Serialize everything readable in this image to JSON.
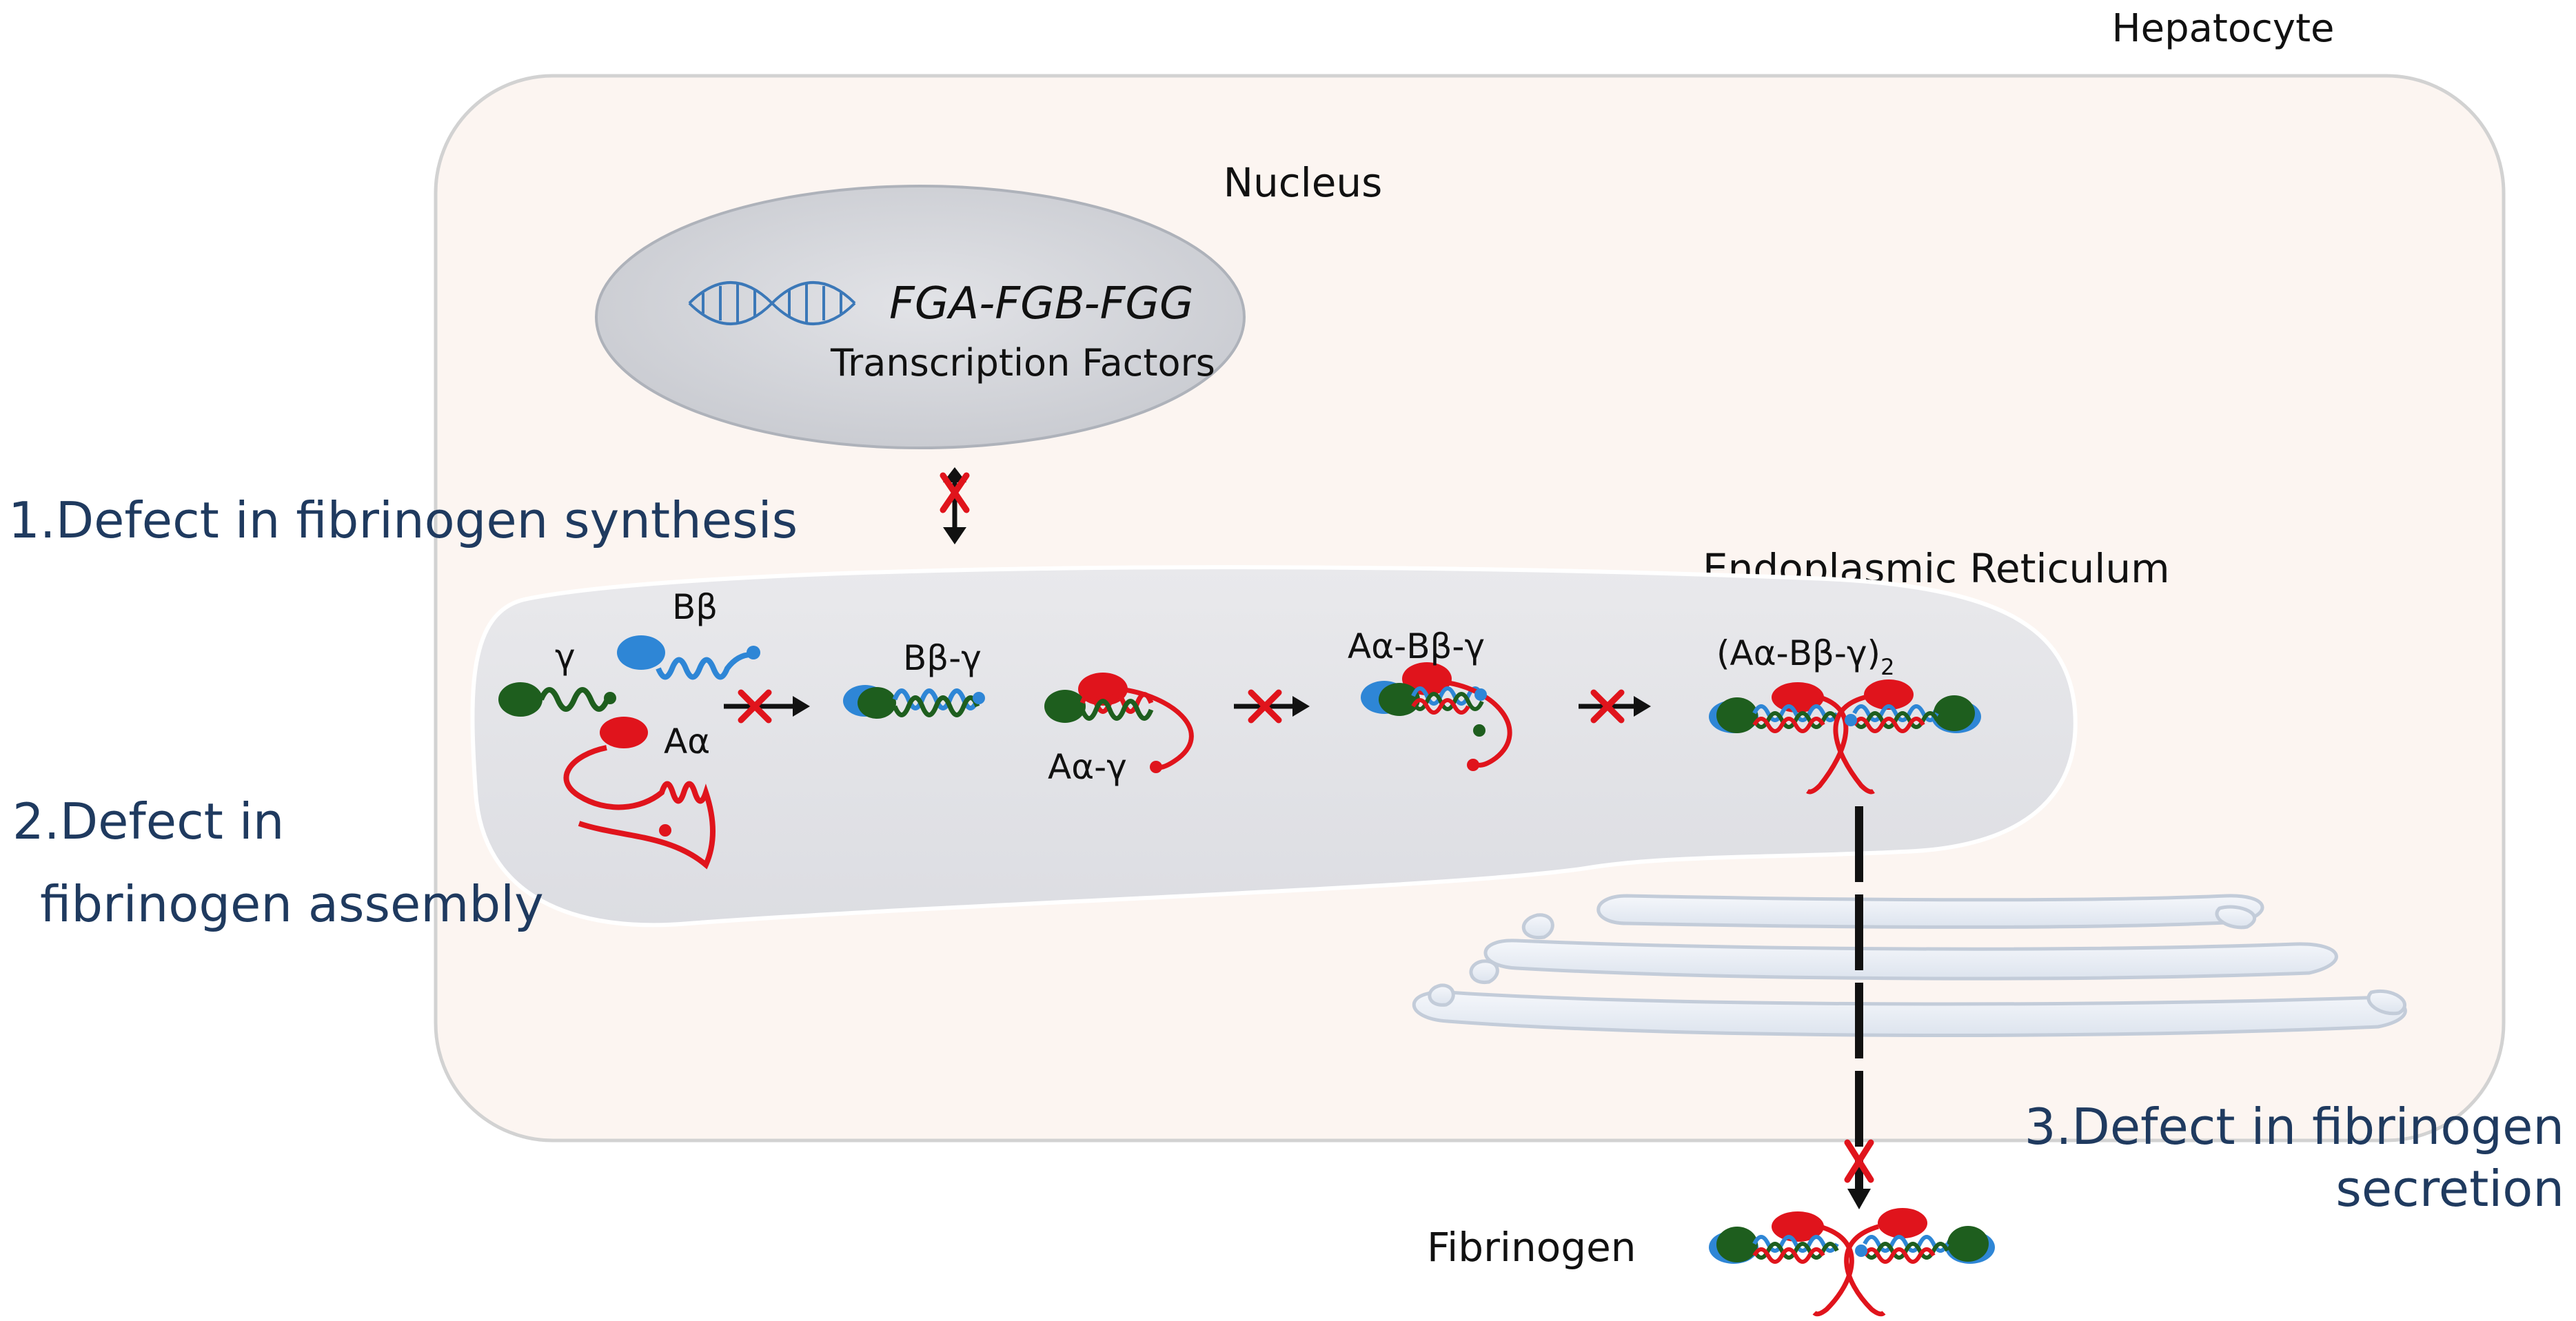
{
  "labels": {
    "hepatocyte": "Hepatocyte",
    "nucleus": "Nucleus",
    "genes": "FGA-FGB-FGG",
    "transcription_factors": "Transcription Factors",
    "er": "Endoplasmic Reticulum",
    "fibrinogen": "Fibrinogen"
  },
  "defects": {
    "d1": "1.Defect in fibrinogen synthesis",
    "d2_line1": "2.Defect in",
    "d2_line2": "fibrinogen assembly",
    "d3_line1": "3.Defect in fibrinogen",
    "d3_line2": "secretion"
  },
  "chains": {
    "gamma": "γ",
    "bbeta": "Bβ",
    "aalpha": "Aα",
    "bbeta_gamma": "Bβ-γ",
    "aalpha_gamma": "Aα-γ",
    "aalpha_bbeta_gamma": "Aα-Bβ-γ",
    "hexamer": "(Aα-Bβ-γ)",
    "hexamer_sub": "2"
  },
  "colors": {
    "gamma": "#1e5e1e",
    "bbeta": "#2e86d6",
    "aalpha": "#e0141c",
    "defect_text": "#1f3a5f",
    "cell_fill": "#fcf5f1"
  }
}
